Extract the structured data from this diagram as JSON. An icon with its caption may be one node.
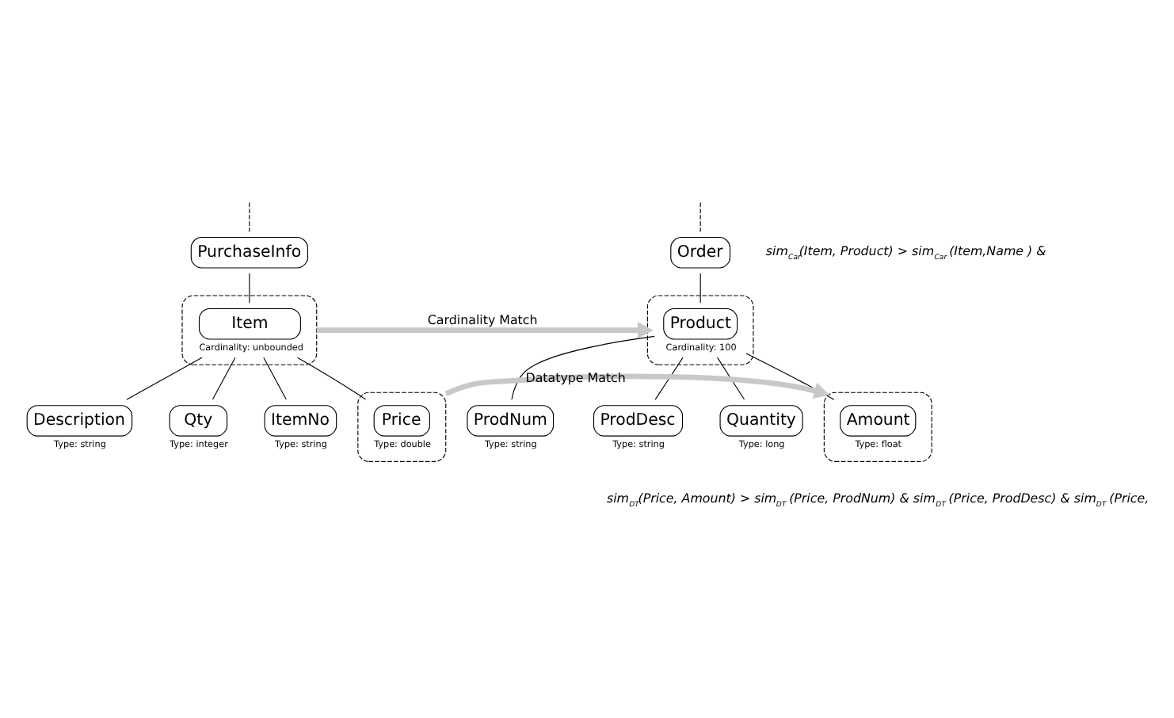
{
  "diagram": {
    "nodes": [
      {
        "text": [
          "PurchaseInfo"
        ]
      },
      {
        "text": [
          "Order"
        ]
      },
      {
        "text": [],
        "shape": "ellipse"
      },
      {
        "text": [
          "Item"
        ],
        "in": 2,
        "beside": [
          "Cardinality: unbounded"
        ]
      },
      {
        "text": [],
        "shape": "ellipse"
      },
      {
        "text": [
          "Product"
        ],
        "in": 4,
        "beside": [
          "Cardinality: 100"
        ]
      },
      {
        "text": [
          "Description"
        ],
        "beside": [
          "Type: string"
        ]
      },
      {
        "text": [
          "Qty"
        ],
        "beside": [
          "Type: integer"
        ]
      },
      {
        "text": [
          "ItemNo"
        ],
        "beside": [
          "Type: string"
        ]
      },
      {
        "text": [],
        "shape": "ellipse"
      },
      {
        "text": [
          "Price"
        ],
        "in": 9,
        "beside": [
          "Type: double"
        ]
      },
      {
        "text": [
          "ProdNum"
        ],
        "beside": [
          "Type: string"
        ]
      },
      {
        "text": [
          "ProdDesc"
        ],
        "beside": [
          "Type: string"
        ]
      },
      {
        "text": [
          "Quantity"
        ],
        "beside": [
          "Type: long"
        ]
      },
      {
        "text": [],
        "shape": "ellipse"
      },
      {
        "text": [
          "Amount"
        ],
        "in": 14,
        "beside": [
          "Type: float"
        ]
      }
    ],
    "edges": [
      {
        "from": null,
        "to": 0,
        "arrow": "none",
        "style": "dashed"
      },
      {
        "from": null,
        "to": 1,
        "arrow": "none",
        "style": "dashed"
      },
      {
        "from": 0,
        "to": 3,
        "arrow": "none"
      },
      {
        "from": 1,
        "to": 5,
        "arrow": "none"
      },
      {
        "from": 3,
        "to": 6,
        "arrow": "none"
      },
      {
        "from": 3,
        "to": 7,
        "arrow": "none"
      },
      {
        "from": 3,
        "to": 8,
        "arrow": "none"
      },
      {
        "from": 3,
        "to": 10,
        "arrow": "none"
      },
      {
        "from": 5,
        "to": 11,
        "arrow": "none"
      },
      {
        "from": 5,
        "to": 12,
        "arrow": "none"
      },
      {
        "from": 5,
        "to": 13,
        "arrow": "none"
      },
      {
        "from": 5,
        "to": 15,
        "arrow": "none"
      },
      {
        "from": 2,
        "to": 4,
        "arrow": "to",
        "label": "Cardinality Match",
        "style": "thick",
        "color": "#c8c8c8"
      },
      {
        "from": 9,
        "to": 14,
        "arrow": "to",
        "label": "Datatype Match",
        "style": "thick",
        "color": "#c8c8c8"
      }
    ],
    "labels": [
      "sim$_{Car}$(Item, Product) > sim$_{Car}$ (Item,Name ) &",
      "sim$_{DT}$(Price, Amount) > sim$_{DT}$ (Price, ProdNum) & sim$_{DT}$ (Price, ProdDesc) & sim$_{DT}$ (Price,"
    ]
  }
}
